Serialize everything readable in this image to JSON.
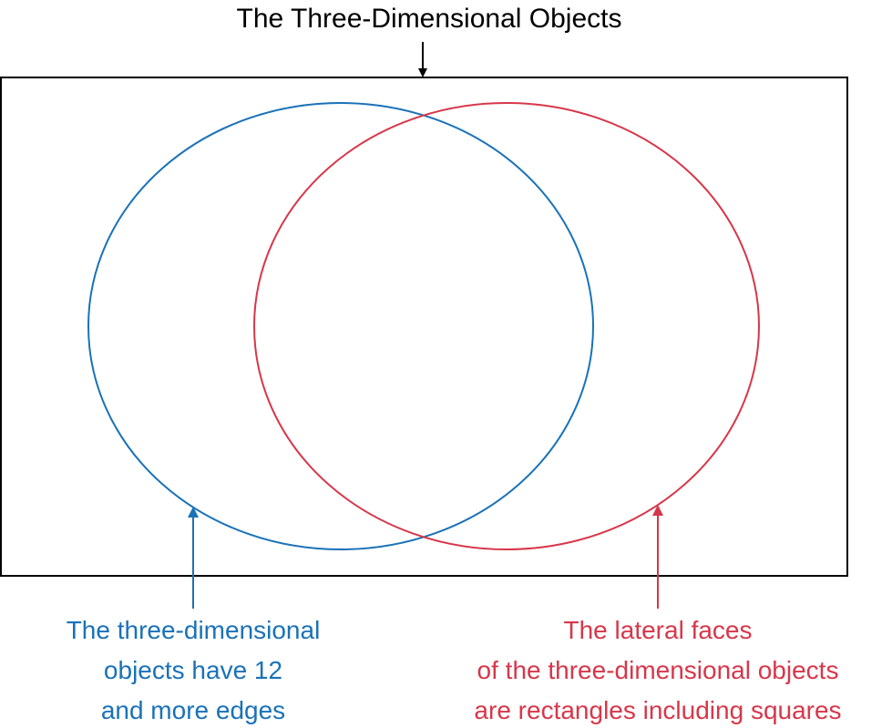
{
  "title": "The Three-Dimensional Objects",
  "colors": {
    "universe": "#000000",
    "left_set": "#1a72b8",
    "right_set": "#d7374a"
  },
  "left_set": {
    "caption_lines": [
      "The three-dimensional",
      "objects have 12",
      "and more edges"
    ]
  },
  "right_set": {
    "caption_lines": [
      "The lateral faces",
      "of the three-dimensional objects",
      "are rectangles including squares"
    ]
  }
}
